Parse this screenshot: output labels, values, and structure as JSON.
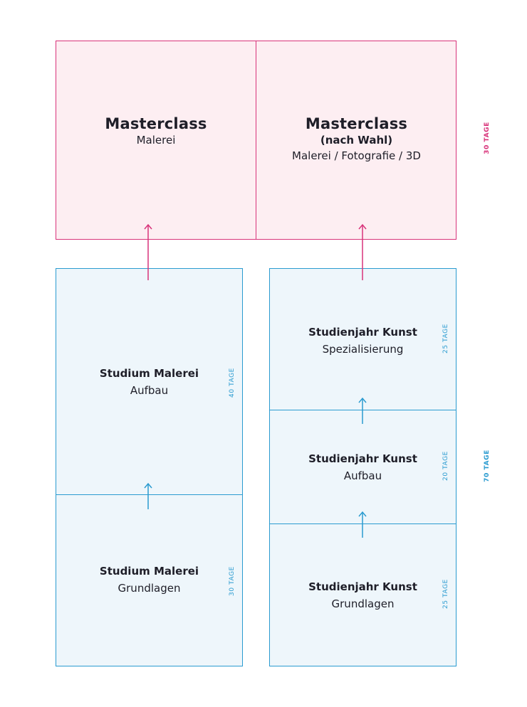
{
  "colors": {
    "pink": "#d8337a",
    "pink_fill": "#fdeef2",
    "blue": "#2a9bd0",
    "blue_fill": "#eef6fb"
  },
  "masterclass_left": {
    "title": "Masterclass",
    "sub": "Malerei"
  },
  "masterclass_right": {
    "title": "Masterclass",
    "choice": "(nach Wahl)",
    "sub": "Malerei / Fotografie / 3D"
  },
  "masterclass_duration": "30 TAGE",
  "studium_aufbau": {
    "title": "Studium Malerei",
    "sub": "Aufbau",
    "duration": "40 TAGE"
  },
  "studium_grundlagen": {
    "title": "Studium Malerei",
    "sub": "Grundlagen",
    "duration": "30 TAGE"
  },
  "kunst_spezialisierung": {
    "title": "Studienjahr Kunst",
    "sub": "Spezialisierung",
    "duration": "25 TAGE"
  },
  "kunst_aufbau": {
    "title": "Studienjahr Kunst",
    "sub": "Aufbau",
    "duration": "20 TAGE"
  },
  "kunst_grundlagen": {
    "title": "Studienjahr Kunst",
    "sub": "Grundlagen",
    "duration": "25 TAGE"
  },
  "kunst_total_duration": "70 TAGE"
}
